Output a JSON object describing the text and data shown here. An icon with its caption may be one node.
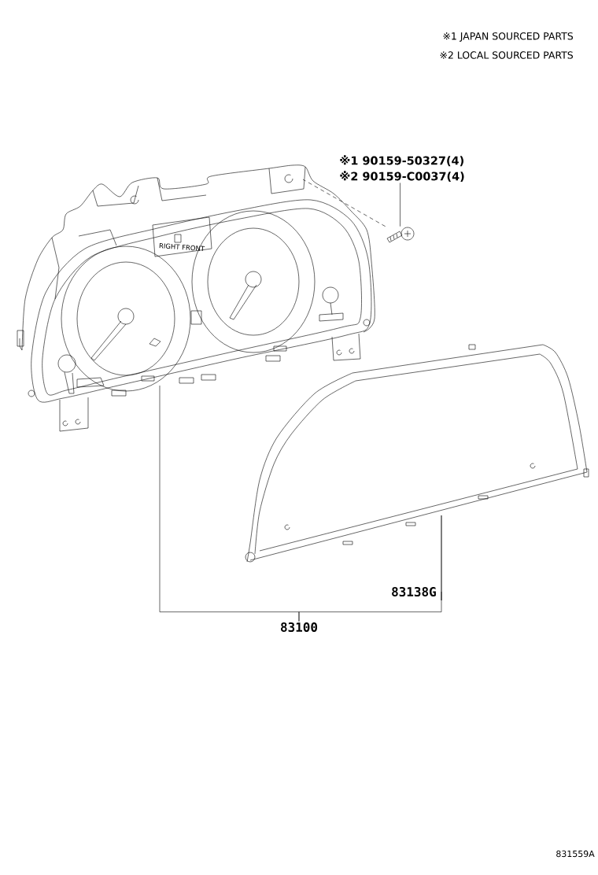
{
  "diagram": {
    "nodes": [
      {
        "text": [],
        "shape": "picture"
      },
      {
        "text": [],
        "shape": "picture"
      },
      {
        "text": [],
        "shape": "picture"
      },
      {
        "text": [
          "83100"
        ]
      },
      {
        "text": [
          "83138G"
        ]
      },
      {
        "text": [
          "※1 90159-50327(4)",
          "※2 90159-C0037(4)"
        ]
      }
    ],
    "edges": [
      {
        "from": 5,
        "to": 2,
        "arrow": "none"
      },
      {
        "from": 2,
        "to": 0,
        "arrow": "none",
        "style": "dashed"
      },
      {
        "from": 3,
        "to": 0,
        "arrow": "none"
      },
      {
        "from": 3,
        "to": 1,
        "arrow": "none"
      },
      {
        "from": 4,
        "to": 1,
        "arrow": "none"
      }
    ],
    "labels": [
      "※1 JAPAN SOURCED PARTS",
      "※2 LOCAL SOURCED PARTS",
      "RIGHT FRONT",
      "831559A"
    ]
  }
}
